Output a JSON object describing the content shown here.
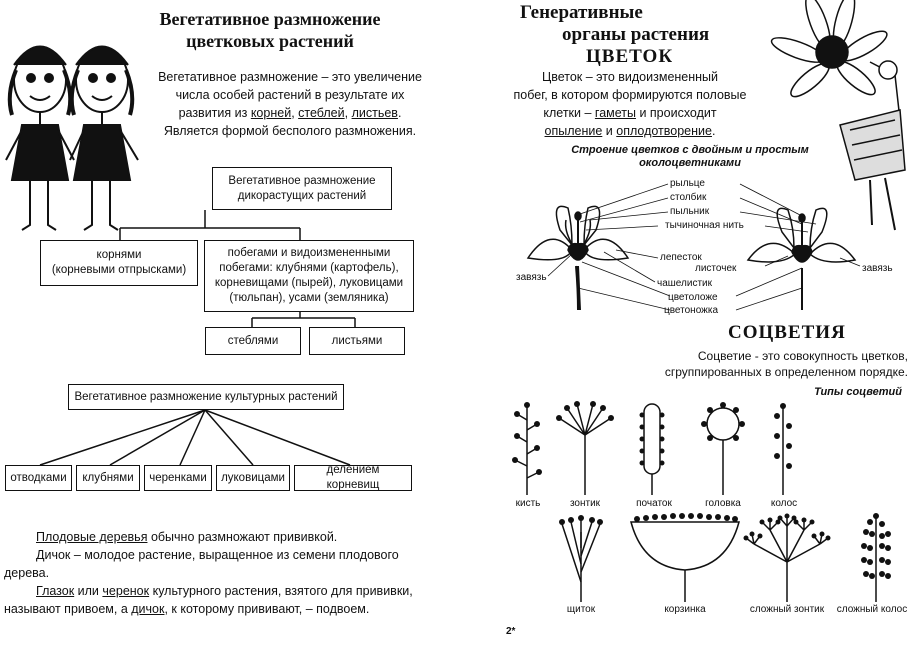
{
  "left": {
    "title_line1": "Вегетативное размножение",
    "title_line2": "цветковых растений",
    "intro": {
      "l1": "Вегетативное размножение – это увеличение",
      "l2": "числа особей растений в результате их",
      "l3_pre": "развития из ",
      "roots": "корней",
      "comma1": ", ",
      "stems": "стеблей",
      "comma2": ", ",
      "leaves": "листьев",
      "dot": ".",
      "l4": "Является формой бесполого размножения."
    },
    "wild_box": {
      "l1": "Вегетативное размножение",
      "l2": "дикорастущих растений"
    },
    "roots_box": {
      "l1": "корнями",
      "l2": "(корневыми отпрысками)"
    },
    "shoots_box": {
      "l1": "побегами и видоизмененными",
      "l2": "побегами: клубнями (картофель),",
      "l3": "корневищами (пырей), луковицами",
      "l4": "(тюльпан), усами (земляника)"
    },
    "stems_box": "стеблями",
    "leaves_box": "листьями",
    "cult_box": "Вегетативное размножение культурных растений",
    "methods": [
      "отводками",
      "клубнями",
      "черенками",
      "луковицами",
      "делением корневищ"
    ],
    "bottom": {
      "p1_u": "Плодовые деревья",
      "p1_rest": " обычно размножают прививкой.",
      "p2_u": "Дичок",
      "p2_rest": " – молодое растение, выращенное из семени плодового",
      "p2_l2": "дерева.",
      "p3_u1": "Глазок",
      "p3_mid": " или ",
      "p3_u2": "черенок",
      "p3_rest": " культурного растения, взятого для прививки,",
      "p4_pre": "называют привоем, а ",
      "p4_u": "дичок",
      "p4_rest": ", к которому прививают, – подвоем."
    }
  },
  "right": {
    "gen_l1": "Генеративные",
    "gen_l2": "органы растения",
    "flower_title": "ЦВЕТОК",
    "def": {
      "l1": "Цветок – это видоизмененный",
      "l2": "побег, в котором формируются половые",
      "l3_pre": "клетки – ",
      "gametes": "гаметы",
      "l3_post": " и происходит",
      "pollination": "опыление",
      "and": " и ",
      "fertilization": "оплодотворение",
      "dot": "."
    },
    "structure_l1": "Строение цветков с двойным и простым",
    "structure_l2": "околоцветниками",
    "parts": {
      "stigma": "рыльце",
      "style": "столбик",
      "anther": "пыльник",
      "filament": "тычиночная нить",
      "petal": "лепесток",
      "tepal": "листочек",
      "ovary_left": "завязь",
      "ovary_right": "завязь",
      "sepal": "чашелистик",
      "receptacle": "цветоложе",
      "pedicel": "цветоножка"
    },
    "infl_title": "СОЦВЕТИЯ",
    "infl_def_l1": "Соцветие - это совокупность цветков,",
    "infl_def_l2": "сгруппированных в определенном порядке.",
    "types_title": "Типы соцветий",
    "types_row1": [
      "кисть",
      "зонтик",
      "початок",
      "головка",
      "колос"
    ],
    "types_row2": [
      "щиток",
      "корзинка",
      "сложный зонтик",
      "сложный колос"
    ],
    "page_num": "2*"
  }
}
